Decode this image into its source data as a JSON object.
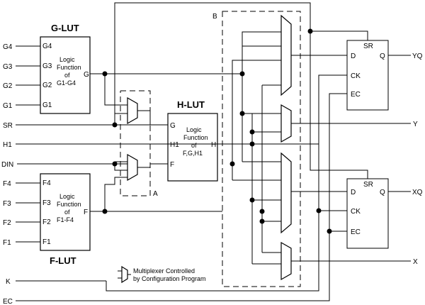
{
  "g_lut": {
    "title": "G-LUT",
    "function_lines": [
      "Logic",
      "Function",
      "of",
      "G1-G4"
    ],
    "output_pin": "G",
    "input_pins": [
      "G4",
      "G3",
      "G2",
      "G1"
    ]
  },
  "f_lut": {
    "title": "F-LUT",
    "function_lines": [
      "Logic",
      "Function",
      "of",
      "F1-F4"
    ],
    "output_pin": "F",
    "input_pins": [
      "F4",
      "F3",
      "F2",
      "F1"
    ]
  },
  "h_lut": {
    "title": "H-LUT",
    "function_lines": [
      "Logic",
      "Function",
      "of",
      "F,G,H1"
    ],
    "input_pins": [
      "G",
      "H1",
      "F"
    ],
    "output_pin": "H"
  },
  "inputs": {
    "g4": "G4",
    "g3": "G3",
    "g2": "G2",
    "g1": "G1",
    "sr": "SR",
    "h1": "H1",
    "din": "DIN",
    "f4": "F4",
    "f3": "F3",
    "f2": "F2",
    "f1": "F1",
    "k": "K",
    "ec": "EC"
  },
  "outputs": {
    "yq": "YQ",
    "y": "Y",
    "xq": "XQ",
    "x": "X"
  },
  "flipflop_top": {
    "sr": "SR",
    "d": "D",
    "q": "Q",
    "ck": "CK",
    "ec": "EC"
  },
  "flipflop_bottom": {
    "sr": "SR",
    "d": "D",
    "q": "Q",
    "ck": "CK",
    "ec": "EC"
  },
  "region_labels": {
    "a": "A",
    "b": "B"
  },
  "legend": {
    "line1": "Multiplexer Controlled",
    "line2": "by Configuration Program"
  }
}
